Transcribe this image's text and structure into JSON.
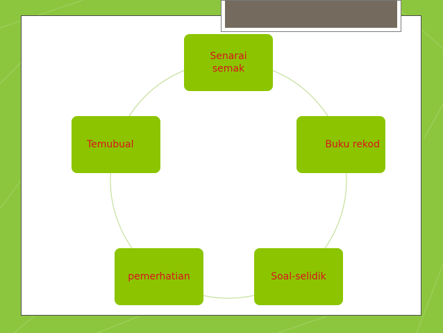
{
  "diagram": {
    "nodes": [
      {
        "id": "senarai-semak",
        "label": "Senarai semak"
      },
      {
        "id": "buku-rekod",
        "label": "Buku rekod"
      },
      {
        "id": "soal-selidik",
        "label": "Soal-selidik"
      },
      {
        "id": "pemerhatian",
        "label": "pemerhatian"
      },
      {
        "id": "temubual",
        "label": "Temubual"
      }
    ]
  },
  "colors": {
    "background_green": "#8cc63f",
    "node_fill": "#8cc500",
    "node_text": "#d9141b",
    "cycle_line": "#c4df9b",
    "title_tab": "#746b5e"
  }
}
